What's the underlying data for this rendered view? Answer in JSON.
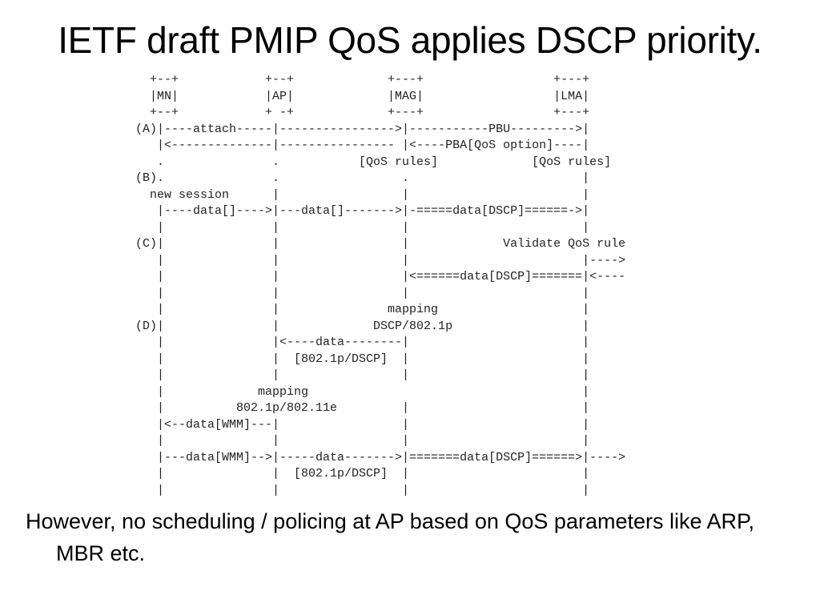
{
  "slide": {
    "title": "IETF draft PMIP QoS applies DSCP priority.",
    "note": "However, no scheduling / policing at AP based on QoS parameters like ARP, MBR etc."
  },
  "diagram": {
    "lines": [
      "  +--+            +--+             +---+                  +---+",
      "  |MN|            |AP|             |MAG|                  |LMA|",
      "  +--+            + -+             +---+                  +---+",
      "(A)|----attach-----|---------------->|-----------PBU--------->|",
      "   |<--------------|---------------- |<----PBA[QoS option]----|",
      "   .               .           [QoS rules]             [QoS rules]",
      "(B).               .                 .                        |",
      "  new session      |                 |                        |",
      "   |----data[]---->|---data[]------->|-=====data[DSCP]======->|",
      "   |               |                 |                        |",
      "(C)|               |                 |             Validate QoS rule",
      "   |               |                 |                        |---->",
      "   |               |                 |<======data[DSCP]=======|<----",
      "   |               |                 |                        |",
      "   |               |               mapping                    |",
      "(D)|               |             DSCP/802.1p                  |",
      "   |               |<----data--------|                        |",
      "   |               |  [802.1p/DSCP]  |                        |",
      "   |               |                 |                        |",
      "   |             mapping                                      |",
      "   |          802.1p/802.11e         |                        |",
      "   |<--data[WMM]---|                 |                        |",
      "   |               |                 |                        |",
      "   |---data[WMM]-->|-----data------->|=======data[DSCP]======>|---->",
      "   |               |  [802.1p/DSCP]  |                        |",
      "   |               |                 |                        |"
    ]
  }
}
